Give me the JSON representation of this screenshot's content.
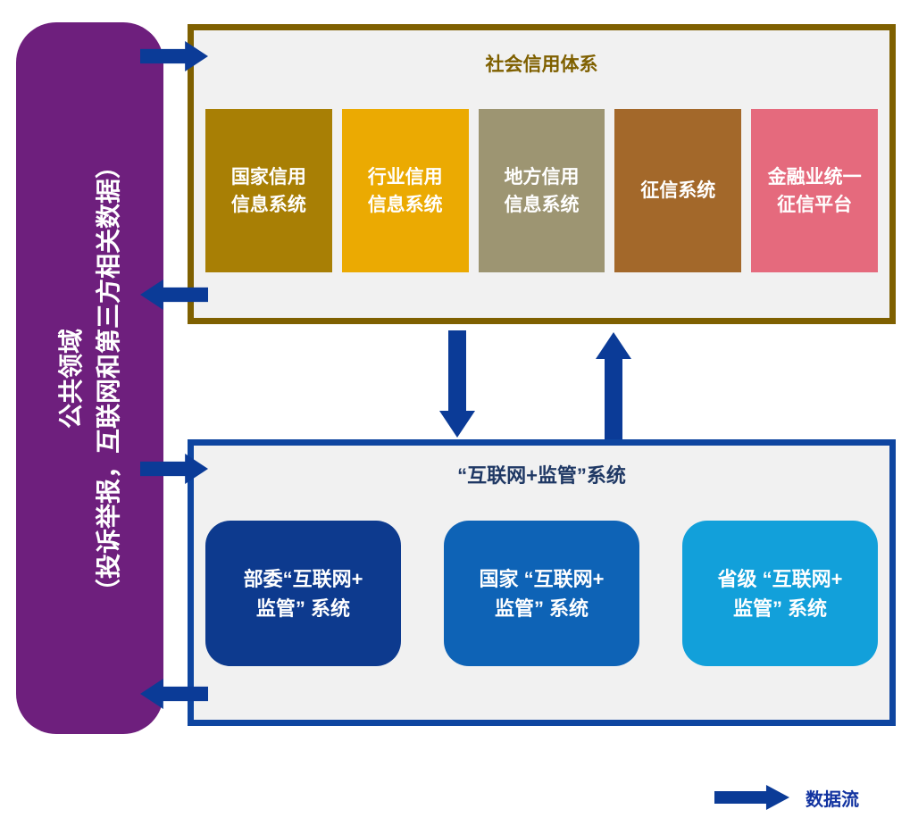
{
  "left_panel": {
    "label": "公共领域\n（投诉举报，互联网和第三方相关数据）",
    "color": "#6e1f7d"
  },
  "credit_system": {
    "title": "社会信用体系",
    "border_color": "#7f6000",
    "title_color": "#7f6000",
    "items": [
      {
        "label": "国家信用\n信息系统",
        "color": "#a87f05"
      },
      {
        "label": "行业信用\n信息系统",
        "color": "#ebaa02"
      },
      {
        "label": "地方信用\n信息系统",
        "color": "#9d9572"
      },
      {
        "label": "征信系统",
        "color": "#a3682a"
      },
      {
        "label": "金融业统一\n征信平台",
        "color": "#e56a7d"
      }
    ]
  },
  "supervision_system": {
    "title": "“互联网+监管”系统",
    "border_color": "#0e45a0",
    "title_color": "#1f3864",
    "items": [
      {
        "label": "部委“互联网+\n监管” 系统",
        "color": "#0d3a8e"
      },
      {
        "label": "国家 “互联网+\n监管” 系统",
        "color": "#0e63b6"
      },
      {
        "label": "省级 “互联网+\n监管” 系统",
        "color": "#12a0da"
      }
    ]
  },
  "arrows": {
    "color": "#0b3b97"
  },
  "legend": {
    "label": "数据流"
  }
}
